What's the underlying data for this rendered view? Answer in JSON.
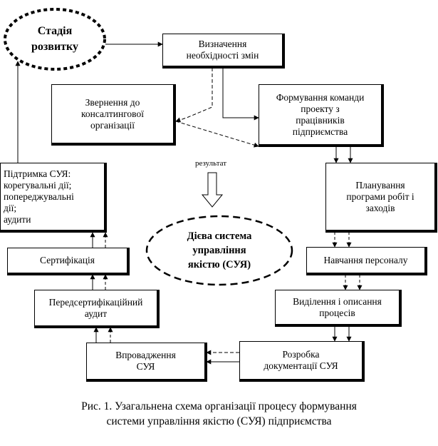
{
  "nodes": {
    "stage": "Стадія\nрозвитку",
    "define": "Визначення\nнеобхідності змін",
    "consult": "Звернення до\nконсалтингової\nорганізації",
    "team": "Формування команди\nпроекту з\nпрацівників\nпідприємства",
    "support": "Підтримка СУЯ:\nкорегувальні дії;\nпопереджувальні\nдії;\nаудити",
    "planning": "Планування\nпрограми робіт і\nзаходів",
    "certification": "Сертифікація",
    "qms": "Дієва система\nуправління\nякістю (СУЯ)",
    "training": "Навчання персоналу",
    "precert": "Передсертифікаційний\nаудит",
    "processes": "Виділення і описання\nпроцесів",
    "implementation": "Впровадження\nСУЯ",
    "documentation": "Розробка\nдокументації СУЯ"
  },
  "result_label": "результат",
  "caption": "Рис. 1. Узагальнена схема організації процесу формування\nсистеми управління якістю (СУЯ) підприємства"
}
